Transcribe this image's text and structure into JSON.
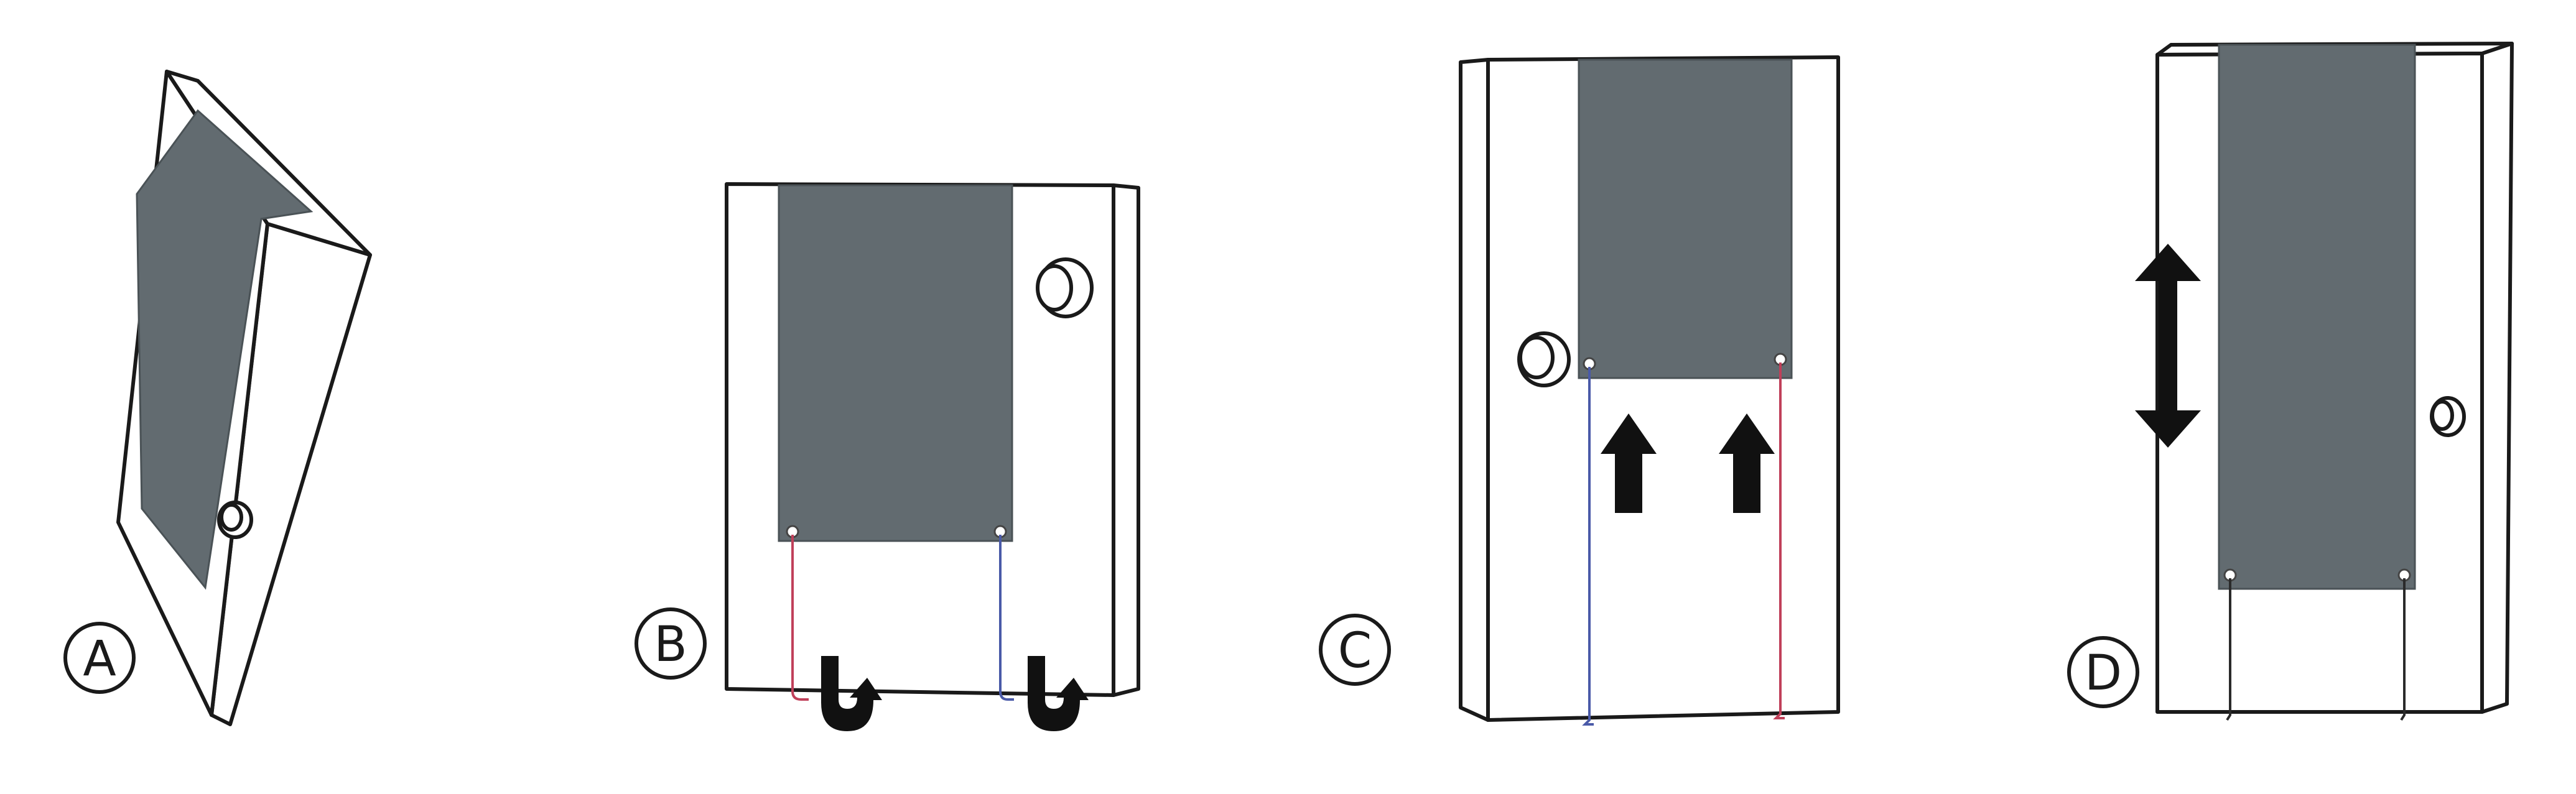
{
  "figure": {
    "panels": [
      {
        "id": "panel-a",
        "label": "A"
      },
      {
        "id": "panel-b",
        "label": "B"
      },
      {
        "id": "panel-c",
        "label": "C"
      },
      {
        "id": "panel-d",
        "label": "D"
      }
    ]
  },
  "colors": {
    "outline": "#1a1a1a",
    "panel_fill": "#626b70",
    "background": "#ffffff",
    "wire_red": "#c0405a",
    "wire_blue": "#4a5aa8",
    "wire_dark": "#2a2a2a",
    "arrow": "#111111"
  },
  "icons": {
    "twist_arrow": "hook-arrow-icon",
    "up_arrow": "up-arrow-icon",
    "double_arrow": "vertical-double-arrow-icon",
    "knob": "knob-icon"
  }
}
